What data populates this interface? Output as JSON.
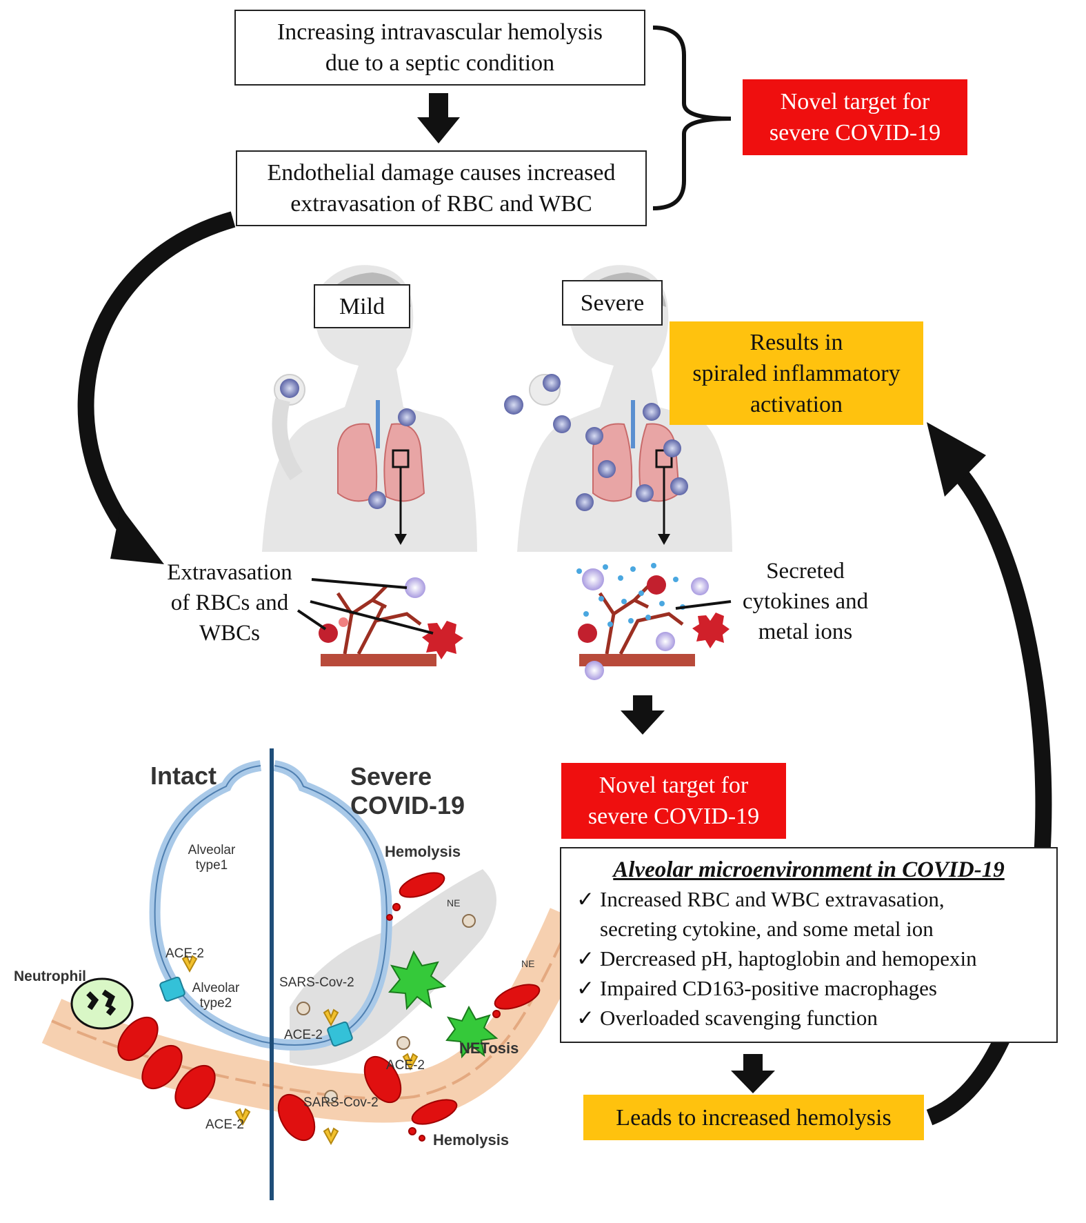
{
  "top": {
    "box1_line1": "Increasing  intravascular  hemolysis",
    "box1_line2": "due to a septic  condition",
    "box2_line1": "Endothelial  damage  causes  increased",
    "box2_line2": "extravasation  of RBC and WBC",
    "target1_line1": "Novel target for",
    "target1_line2": "severe  COVID-19"
  },
  "middle": {
    "mild_label": "Mild",
    "severe_label": "Severe",
    "results_line1": "Results  in",
    "results_line2": "spiraled  inflammatory",
    "results_line3": "activation",
    "extrav_line1": "Extravasation",
    "extrav_line2": "of RBCs and",
    "extrav_line3": "WBCs",
    "secreted_line1": "Secreted",
    "secreted_line2": "cytokines  and",
    "secreted_line3": "metal  ions"
  },
  "bottom": {
    "intact": "Intact",
    "severe_line1": "Severe",
    "severe_line2": "COVID-19",
    "alveolar1_line1": "Alveolar",
    "alveolar1_line2": "type1",
    "alveolar2_line1": "Alveolar",
    "alveolar2_line2": "type2",
    "ace2_a": "ACE-2",
    "ace2_b": "ACE-2",
    "ace2_c": "ACE-2",
    "ace2_d": "ACE-2",
    "neutrophil": "Neutrophil",
    "sars_a": "SARS-Cov-2",
    "sars_b": "SARS-Cov-2",
    "hemolysis_top": "Hemolysis",
    "hemolysis_bottom": "Hemolysis",
    "netosis": "NETosis",
    "ne_a": "NE",
    "ne_b": "NE",
    "target2_line1": "Novel target for",
    "target2_line2": "severe  COVID-19",
    "panel_title": "Alveolar microenvironment in COVID-19",
    "items": [
      "Increased RBC and WBC extravasation,",
      "secreting  cytokine,  and some  metal  ion",
      "Dercreased pH, haptoglobin  and hemopexin",
      "Impaired  CD163-positive  macrophages",
      "Overloaded  scavenging  function"
    ],
    "check_mark": "✓",
    "leads": "Leads to increased hemolysis"
  },
  "colors": {
    "red_box": "#ef0f0f",
    "gold_box": "#ffc20e",
    "rbc": "#e01010",
    "alveolus": "#a9c9e8",
    "vessel_wall": "#f6d0b0",
    "ace2": "#f2c12e",
    "divider": "#1f4e79"
  }
}
